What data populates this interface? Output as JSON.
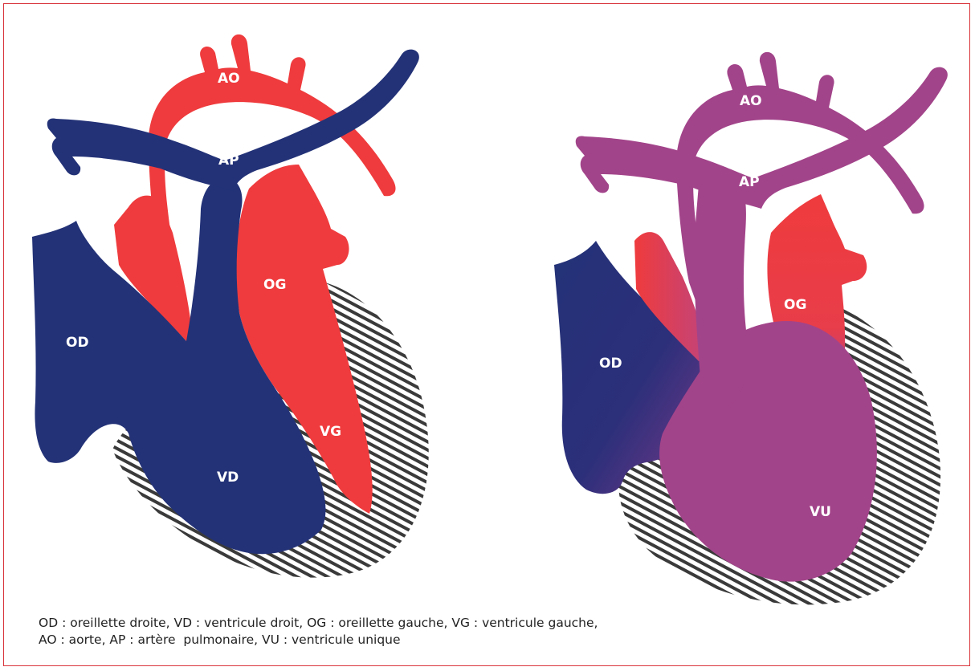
{
  "colors": {
    "frame": "#d9343b",
    "oxygenated_red": "#ef3b3d",
    "deoxygenated_blue": "#233277",
    "mixed_purple": "#a2448a",
    "hatch": "#3a3a3a"
  },
  "normal_heart": {
    "labels": {
      "ao": "AO",
      "ap": "AP",
      "od": "OD",
      "og": "OG",
      "vd": "VD",
      "vg": "VG"
    }
  },
  "single_ventricle_heart": {
    "labels": {
      "ao": "AO",
      "ap": "AP",
      "od": "OD",
      "og": "OG",
      "vu": "VU"
    }
  },
  "caption": {
    "line1": "OD : oreillette droite, VD : ventricule droit, OG : oreillette gauche, VG : ventricule gauche,",
    "line2": "AO : aorte, AP : artère  pulmonaire, VU : ventricule unique"
  }
}
